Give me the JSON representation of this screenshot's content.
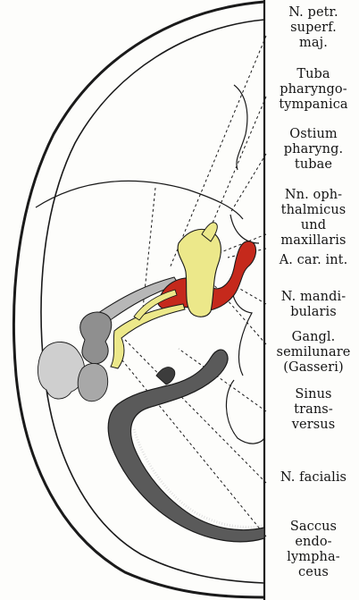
{
  "figure": {
    "labels": [
      {
        "id": "n-petr",
        "text": "N. petr.\nsuperf.\nmaj."
      },
      {
        "id": "tuba",
        "text": "Tuba\npharyngo-\ntympanica"
      },
      {
        "id": "ostium",
        "text": "Ostium\npharyng.\ntubae"
      },
      {
        "id": "nn-ophthalmicus",
        "text": "Nn. oph-\nthalmicus\nund\nmaxillaris"
      },
      {
        "id": "a-car",
        "text": "A. car. int."
      },
      {
        "id": "n-mandibularis",
        "text": "N. mandi-\nbularis"
      },
      {
        "id": "gangl",
        "text": "Gangl.\nsemilunare\n(Gasseri)"
      },
      {
        "id": "sinus",
        "text": "Sinus\ntrans-\nversus"
      },
      {
        "id": "n-facialis",
        "text": "N. facialis"
      },
      {
        "id": "saccus",
        "text": "Saccus\nendo-\nlympha-\nceus"
      }
    ]
  },
  "colors": {
    "nerve_yellow": "#ece88a",
    "artery_red": "#c5291c",
    "outline": "#1a1a1a",
    "sinus_gray": "#9a9a9a"
  }
}
